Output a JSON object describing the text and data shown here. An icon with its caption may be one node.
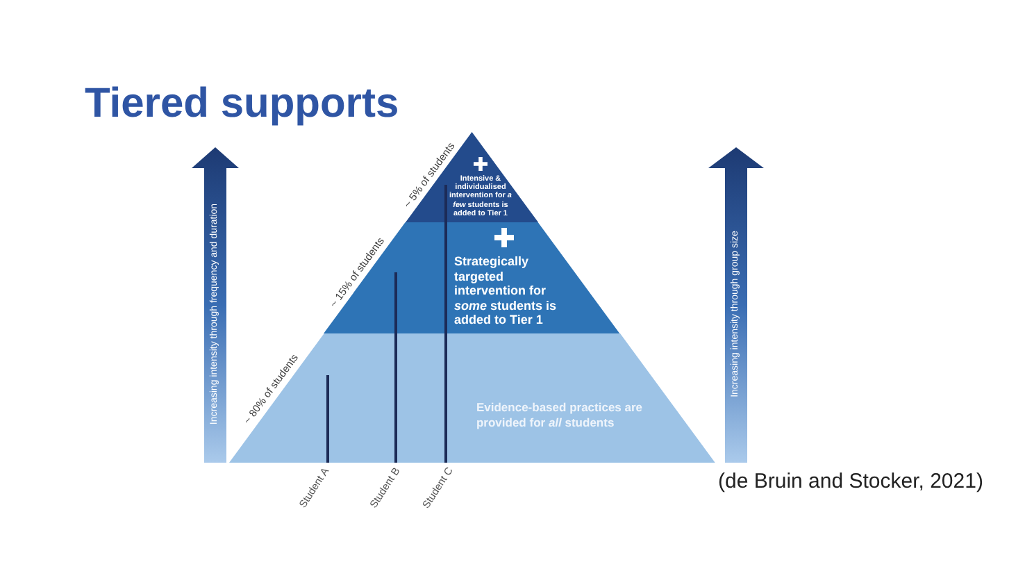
{
  "diagram": {
    "title": "Tiered supports",
    "caption": "(de Bruin and Stocker, 2021)",
    "nodes": [
      {
        "text": [
          "Increasing intensity through frequency and duration"
        ]
      },
      {
        "text": [
          "Intensive & individualised intervention for *a few* students is added to Tier 1"
        ],
        "beside": [
          "~ 5% of students"
        ]
      },
      {
        "text": [
          "Strategically targeted intervention for *some* students is added to Tier 1"
        ],
        "beside": [
          "~ 15% of students"
        ]
      },
      {
        "text": [
          "Evidence-based practices are provided for *all* students"
        ],
        "beside": [
          "~ 80% of students"
        ]
      },
      {
        "text": [
          "Increasing intensity through group size"
        ]
      },
      {
        "text": [],
        "shape": "bar",
        "in": 3,
        "beside": [
          "Student A"
        ]
      },
      {
        "text": [],
        "shape": "bar",
        "beside": [
          "Student B"
        ]
      },
      {
        "text": [],
        "shape": "bar",
        "beside": [
          "Student C"
        ]
      }
    ]
  }
}
